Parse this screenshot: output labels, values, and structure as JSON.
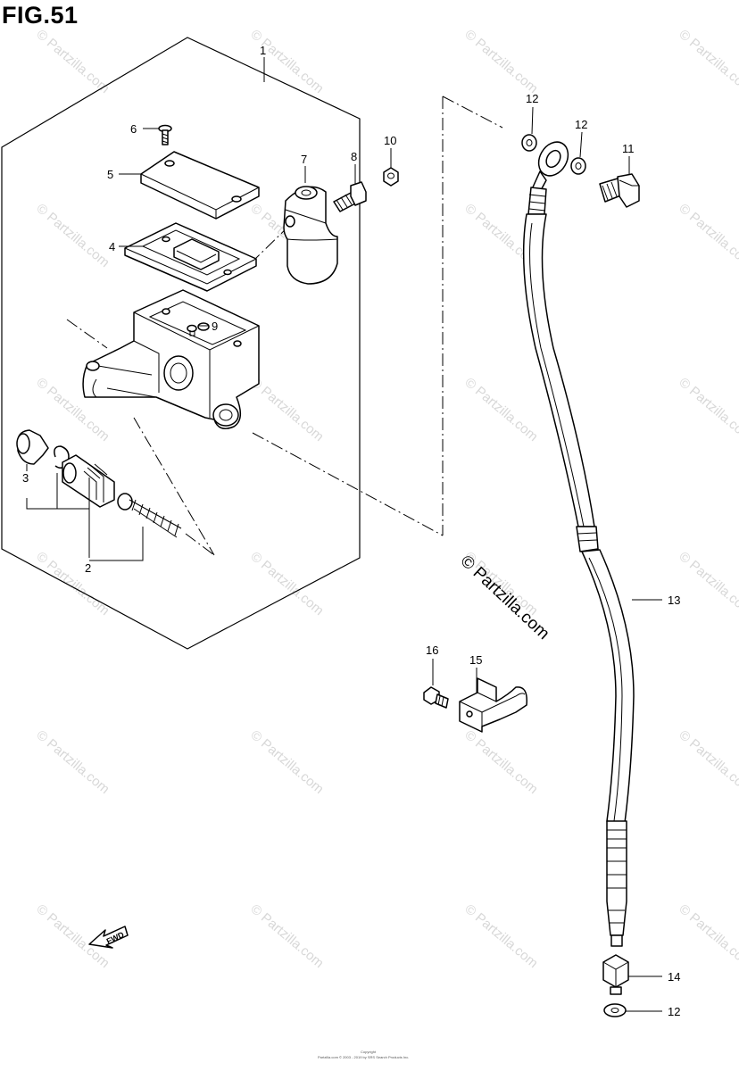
{
  "figure": {
    "title": "FIG.51",
    "brand_watermark": "© Partzilla.com",
    "fwd_label": "FWD",
    "copyright_line1": "Copyright",
    "copyright_line2": "Partzilla.com © 2003 - 2019 by SRS Search Products Inc."
  },
  "callouts": {
    "c1": "1",
    "c2": "2",
    "c3": "3",
    "c4": "4",
    "c5": "5",
    "c6": "6",
    "c7": "7",
    "c8": "8",
    "c9": "9",
    "c10": "10",
    "c11": "11",
    "c12a": "12",
    "c12b": "12",
    "c12c": "12",
    "c13": "13",
    "c14": "14",
    "c15": "15",
    "c16": "16"
  },
  "watermark": {
    "text": "© Partzilla.com"
  },
  "colors": {
    "line": "#000000",
    "watermark": "#d8d8d8",
    "background": "#ffffff"
  }
}
